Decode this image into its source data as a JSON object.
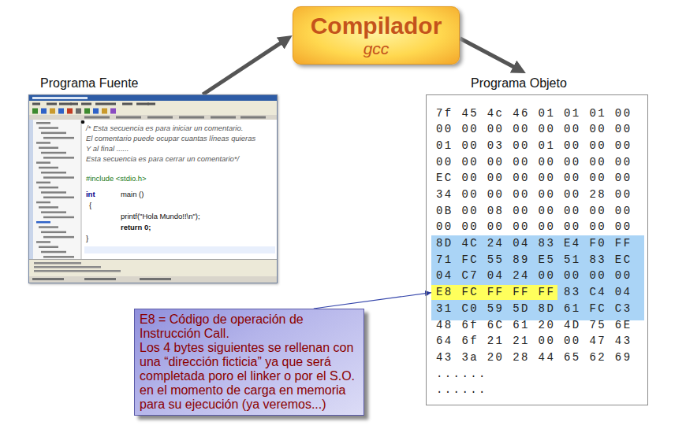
{
  "diagram": {
    "nodes": [
      {
        "text": [
          "Compilador",
          "gcc"
        ]
      },
      {
        "text": [
          "Programa Fuente",
          "/* Esta secuencia es para iniciar un comentario.",
          "El comentario puede ocupar cuantas líneas quieras",
          "Y al final ......",
          "Esta secuencia es para cerrar un comentario*/",
          "#include <stdio.h>",
          "int",
          "main ()",
          "{",
          "printf(\"Hola Mundo!!\\n\");",
          "return 0;",
          "}"
        ]
      },
      {
        "text": [
          "Programa Objeto",
          "7f 45 4c 46 01 01 01 00",
          "00 00 00 00 00 00 00 00",
          "01 00 03 00 01 00 00 00",
          "00 00 00 00 00 00 00 00",
          "EC 00 00 00 00 00 00 00",
          "34 00 00 00 00 00 28 00",
          "0B 00 08 00 00 00 00 00",
          "00 00 00 00 00 00 00 00",
          "48 6f 6C 61 20 4D 75 6E",
          "64 6f 21 21 00 00 47 43",
          "43 3a 20 28 44 65 62 69",
          "......",
          "......"
        ]
      },
      {
        "text": [
          "8D 4C 24 04 83 E4 F0 FF",
          "71 FC 55 89 E5 51 83 EC",
          "04 C7 04 24 00 00 00 00",
          "83 C4 04",
          "31 C0 59 5D 8D 61 FC C3"
        ],
        "in": 2
      },
      {
        "text": [
          "E8 FC FF FF FF"
        ],
        "in": 3
      },
      {
        "text": [
          "E8 = Código de operación de Instrucción Call.",
          "Los 4 bytes siguientes se rellenan con una “dirección ficticia” ya que será completada poro el linker o por el S.O. en el momento de carga en memoria para su ejecución (ya veremos...)"
        ]
      }
    ],
    "edges": [
      {
        "from": 1,
        "to": 0,
        "arrow": "to"
      },
      {
        "from": 0,
        "to": 2,
        "arrow": "to"
      },
      {
        "from": 5,
        "to": 4,
        "arrow": "to"
      }
    ]
  }
}
